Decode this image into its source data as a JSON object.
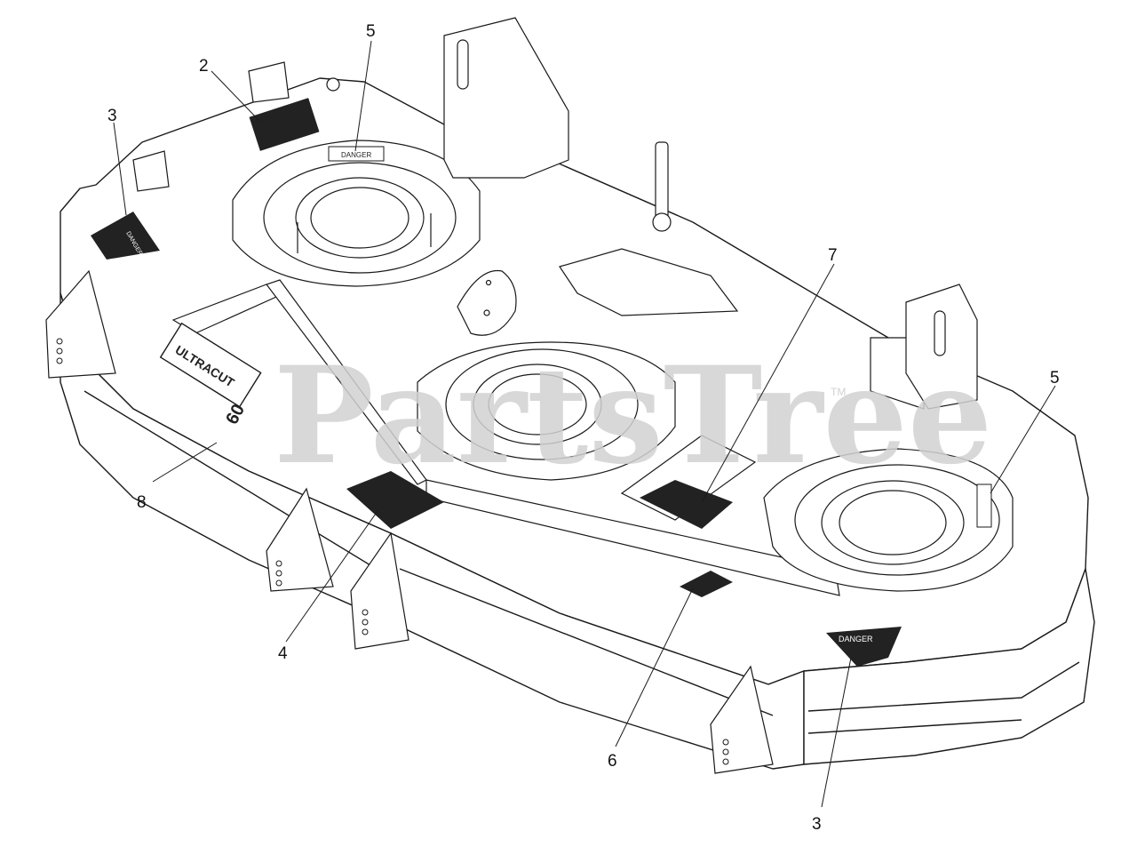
{
  "watermark": {
    "text": "PartsTree",
    "tm": "TM",
    "color": "#d2d2d2"
  },
  "colors": {
    "stroke": "#1a1a1a",
    "fill": "#ffffff",
    "decal": "#222222"
  },
  "decals": {
    "danger_label": "DANGER",
    "brand_logo": "ULTRACUT",
    "brand_size": "60"
  },
  "callouts": [
    {
      "id": "2",
      "label": "2"
    },
    {
      "id": "3a",
      "label": "3"
    },
    {
      "id": "5a",
      "label": "5"
    },
    {
      "id": "7",
      "label": "7"
    },
    {
      "id": "5b",
      "label": "5"
    },
    {
      "id": "8",
      "label": "8"
    },
    {
      "id": "4",
      "label": "4"
    },
    {
      "id": "6",
      "label": "6"
    },
    {
      "id": "3b",
      "label": "3"
    }
  ]
}
